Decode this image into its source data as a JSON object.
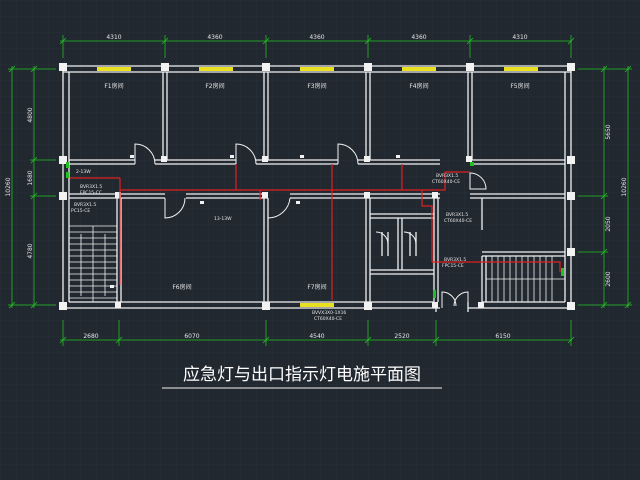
{
  "colors": {
    "background": "#212830",
    "grid": "#2c343d",
    "dimension": "#22c022",
    "wall": "#f2f2f2",
    "wiring": "#e02020",
    "window": "#e8e020",
    "text": "#e6e6e6"
  },
  "dims_top": [
    "4310",
    "4360",
    "4360",
    "4360",
    "4310"
  ],
  "dims_bottom": [
    "2680",
    "6070",
    "4540",
    "2520",
    "6150"
  ],
  "dims_left": [
    "4800",
    "1680",
    "4780"
  ],
  "dims_left_total": "10260",
  "dims_right": [
    "5650",
    "2050",
    "2600"
  ],
  "dims_right_total": "10260",
  "rooms": [
    "F1房间",
    "F2房间",
    "F3房间",
    "F4房间",
    "F5房间",
    "F6房间",
    "F7房间"
  ],
  "wire_labels": {
    "l1": "BVR3X1.5",
    "l2": "FPC15-CC",
    "l3": "2-13W",
    "l4": "BVR3X1.5",
    "l5": "PC15-CE",
    "l6": "13-13W",
    "l7": "BVR3X1.5",
    "l8": "CT60X40-CE",
    "l9": "BVR3X1.5",
    "l10": "FPC15-CE",
    "l11": "BVVX3X0-1X16",
    "l12": "CT60X40-CE",
    "l13": "BVR3X1.5",
    "l14": "CT60X40-CE"
  },
  "title": "应急灯与出口指示灯电施平面图"
}
